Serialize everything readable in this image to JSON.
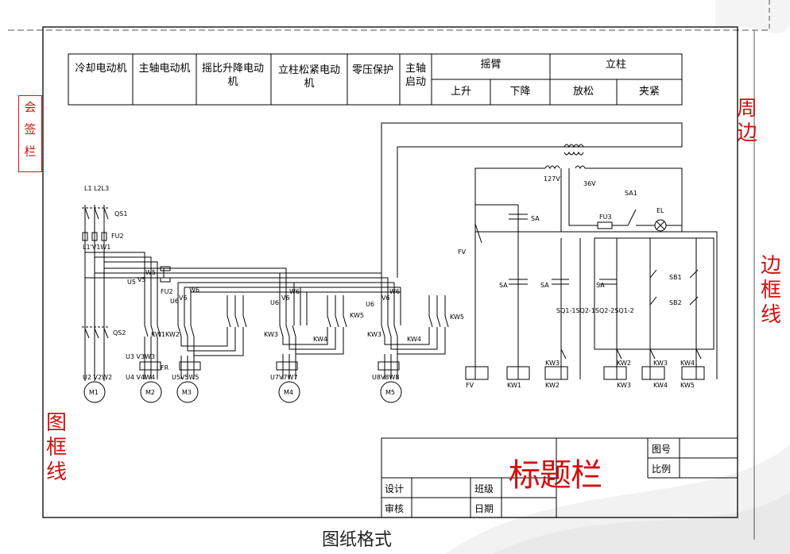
{
  "header_cells": {
    "cooling": "冷却电动机",
    "spindle_motor": "主轴电动机",
    "arm_lift_motor": "摇比升降电动机",
    "column_clamp_motor": "立柱松紧电动机",
    "undervoltage": "零压保护",
    "spindle_start": "主轴启动",
    "arm": "摇臂",
    "arm_up": "上升",
    "arm_down": "下降",
    "column": "立柱",
    "column_release": "放松",
    "column_clamp": "夹紧"
  },
  "side_labels": {
    "sign_column": [
      "会",
      "签",
      "栏"
    ],
    "perimeter": [
      "周",
      "边"
    ],
    "border_right": [
      "边",
      "框",
      "线"
    ],
    "frame_left": [
      "图",
      "框",
      "线"
    ]
  },
  "title_block": {
    "drawing_no": "图号",
    "scale": "比例",
    "design": "设计",
    "check": "审核",
    "class": "班级",
    "date": "日期",
    "stamp": "标题栏"
  },
  "caption": "图纸格式",
  "labels": {
    "l123": "L1 L2L3",
    "qs1": "QS1",
    "fu2": "FU2",
    "l1vw": "L1'V1W1",
    "u5": "U5",
    "v5": "V5",
    "w5": "W5",
    "fu2b": "FU2",
    "u6a": "U6",
    "v6a": "V6",
    "w6a": "W6",
    "u6b": "U6",
    "v6b": "V6",
    "w6b": "W6",
    "u6c": "U6",
    "v6c": "V6",
    "w6c": "W6",
    "qs2": "QS2",
    "kw1kw2": "KW1KW2",
    "kw5a": "KW5",
    "kw5b": "KW5",
    "kw3a": "KW3",
    "kw3b": "KW3",
    "kw4a": "KW4",
    "kw4b": "KW4",
    "u3": "U3 V3W3",
    "u4": "U4 V4W4",
    "fr": "FR",
    "u2": "U2  V2W2",
    "u5v5": "U5V5W5",
    "u7": "U7V7W7",
    "u8": "U8V8W8",
    "m1": "M1",
    "m2": "M2",
    "m3": "M3",
    "m4": "M4",
    "m5": "M5",
    "v127": "127V",
    "v36": "36V",
    "sa1": "SA1",
    "fu3": "FU3",
    "el": "EL",
    "sa": "SA",
    "sa2": "SA",
    "sa3": "SA",
    "sa4": "SA",
    "fv": "FV",
    "sq": "SQ1-1SQ2-1SQ2-2SQ1-2",
    "sb1": "SB1",
    "sb2": "SB2",
    "coil_fv": "FV",
    "coil_kw1": "KW1",
    "coil_kw2": "KW2",
    "coil_kw3": "KW3",
    "coil_kw4": "KW4",
    "coil_kw5": "KW5",
    "kw3c": "KW3",
    "kw2c": "KW2",
    "kw3d": "KW3",
    "kw4c": "KW4"
  }
}
